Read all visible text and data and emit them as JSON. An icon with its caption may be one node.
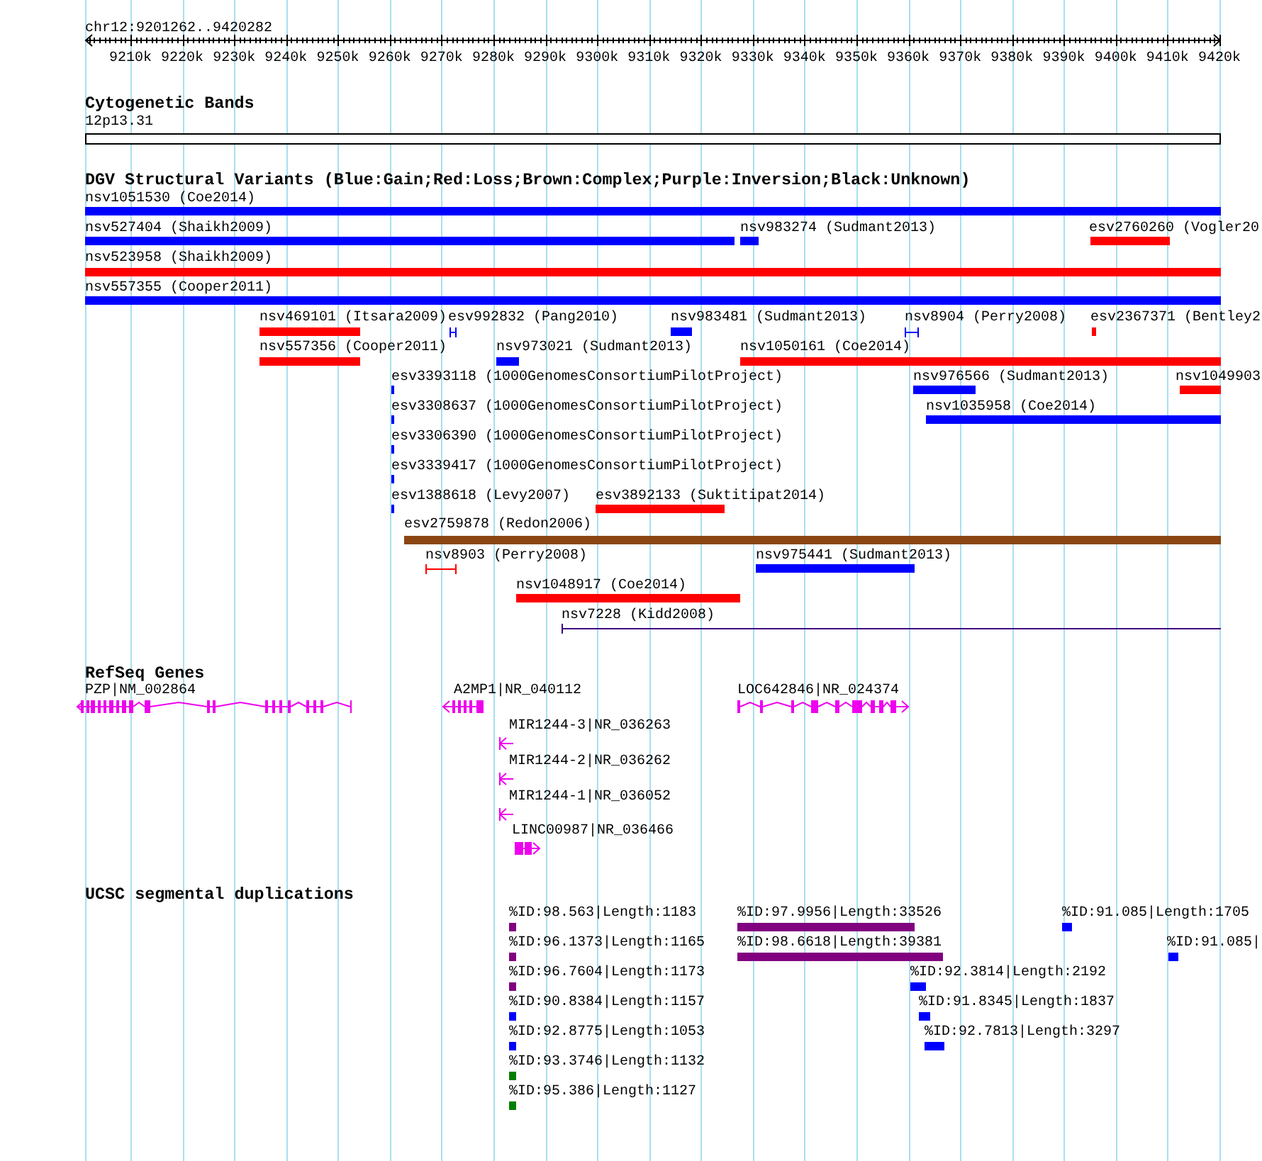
{
  "diagram": {
    "labels": [
      "chr12:9201262..9420282",
      "9210k",
      "9220k",
      "9230k",
      "9240k",
      "9250k",
      "9260k",
      "9270k",
      "9280k",
      "9290k",
      "9300k",
      "9310k",
      "9320k",
      "9330k",
      "9340k",
      "9350k",
      "9360k",
      "9370k",
      "9380k",
      "9390k",
      "9400k",
      "9410k",
      "9420k",
      "Cytogenetic Bands",
      "12p13.31",
      "DGV Structural Variants (Blue:Gain;Red:Loss;Brown:Complex;Purple:Inversion;Black:Unknown)",
      "nsv1051530 (Coe2014)",
      "nsv527404 (Shaikh2009)",
      "nsv983274 (Sudmant2013)",
      "esv2760260 (Vogler20",
      "nsv523958 (Shaikh2009)",
      "nsv557355 (Cooper2011)",
      "nsv469101 (Itsara2009)",
      "esv992832 (Pang2010)",
      "nsv983481 (Sudmant2013)",
      "nsv8904 (Perry2008)",
      "esv2367371 (Bentley2",
      "nsv557356 (Cooper2011)",
      "nsv973021 (Sudmant2013)",
      "nsv1050161 (Coe2014)",
      "esv3393118 (1000GenomesConsortiumPilotProject)",
      "nsv976566 (Sudmant2013)",
      "nsv1049903",
      "esv3308637 (1000GenomesConsortiumPilotProject)",
      "nsv1035958 (Coe2014)",
      "esv3306390 (1000GenomesConsortiumPilotProject)",
      "esv3339417 (1000GenomesConsortiumPilotProject)",
      "esv1388618 (Levy2007)",
      "esv3892133 (Suktitipat2014)",
      "esv2759878 (Redon2006)",
      "nsv8903 (Perry2008)",
      "nsv975441 (Sudmant2013)",
      "nsv1048917 (Coe2014)",
      "nsv7228 (Kidd2008)",
      "RefSeq Genes",
      "PZP|NM_002864",
      "A2MP1|NR_040112",
      "LOC642846|NR_024374",
      "MIR1244-3|NR_036263",
      "MIR1244-2|NR_036262",
      "MIR1244-1|NR_036052",
      "LINC00987|NR_036466",
      "UCSC segmental duplications",
      "%ID:98.563|Length:1183",
      "%ID:97.9956|Length:33526",
      "%ID:91.085|Length:1705",
      "%ID:96.1373|Length:1165",
      "%ID:98.6618|Length:39381",
      "%ID:91.085|",
      "%ID:96.7604|Length:1173",
      "%ID:92.3814|Length:2192",
      "%ID:90.8384|Length:1157",
      "%ID:91.8345|Length:1837",
      "%ID:92.8775|Length:1053",
      "%ID:92.7813|Length:3297",
      "%ID:93.3746|Length:1132",
      "%ID:95.386|Length:1127"
    ]
  }
}
